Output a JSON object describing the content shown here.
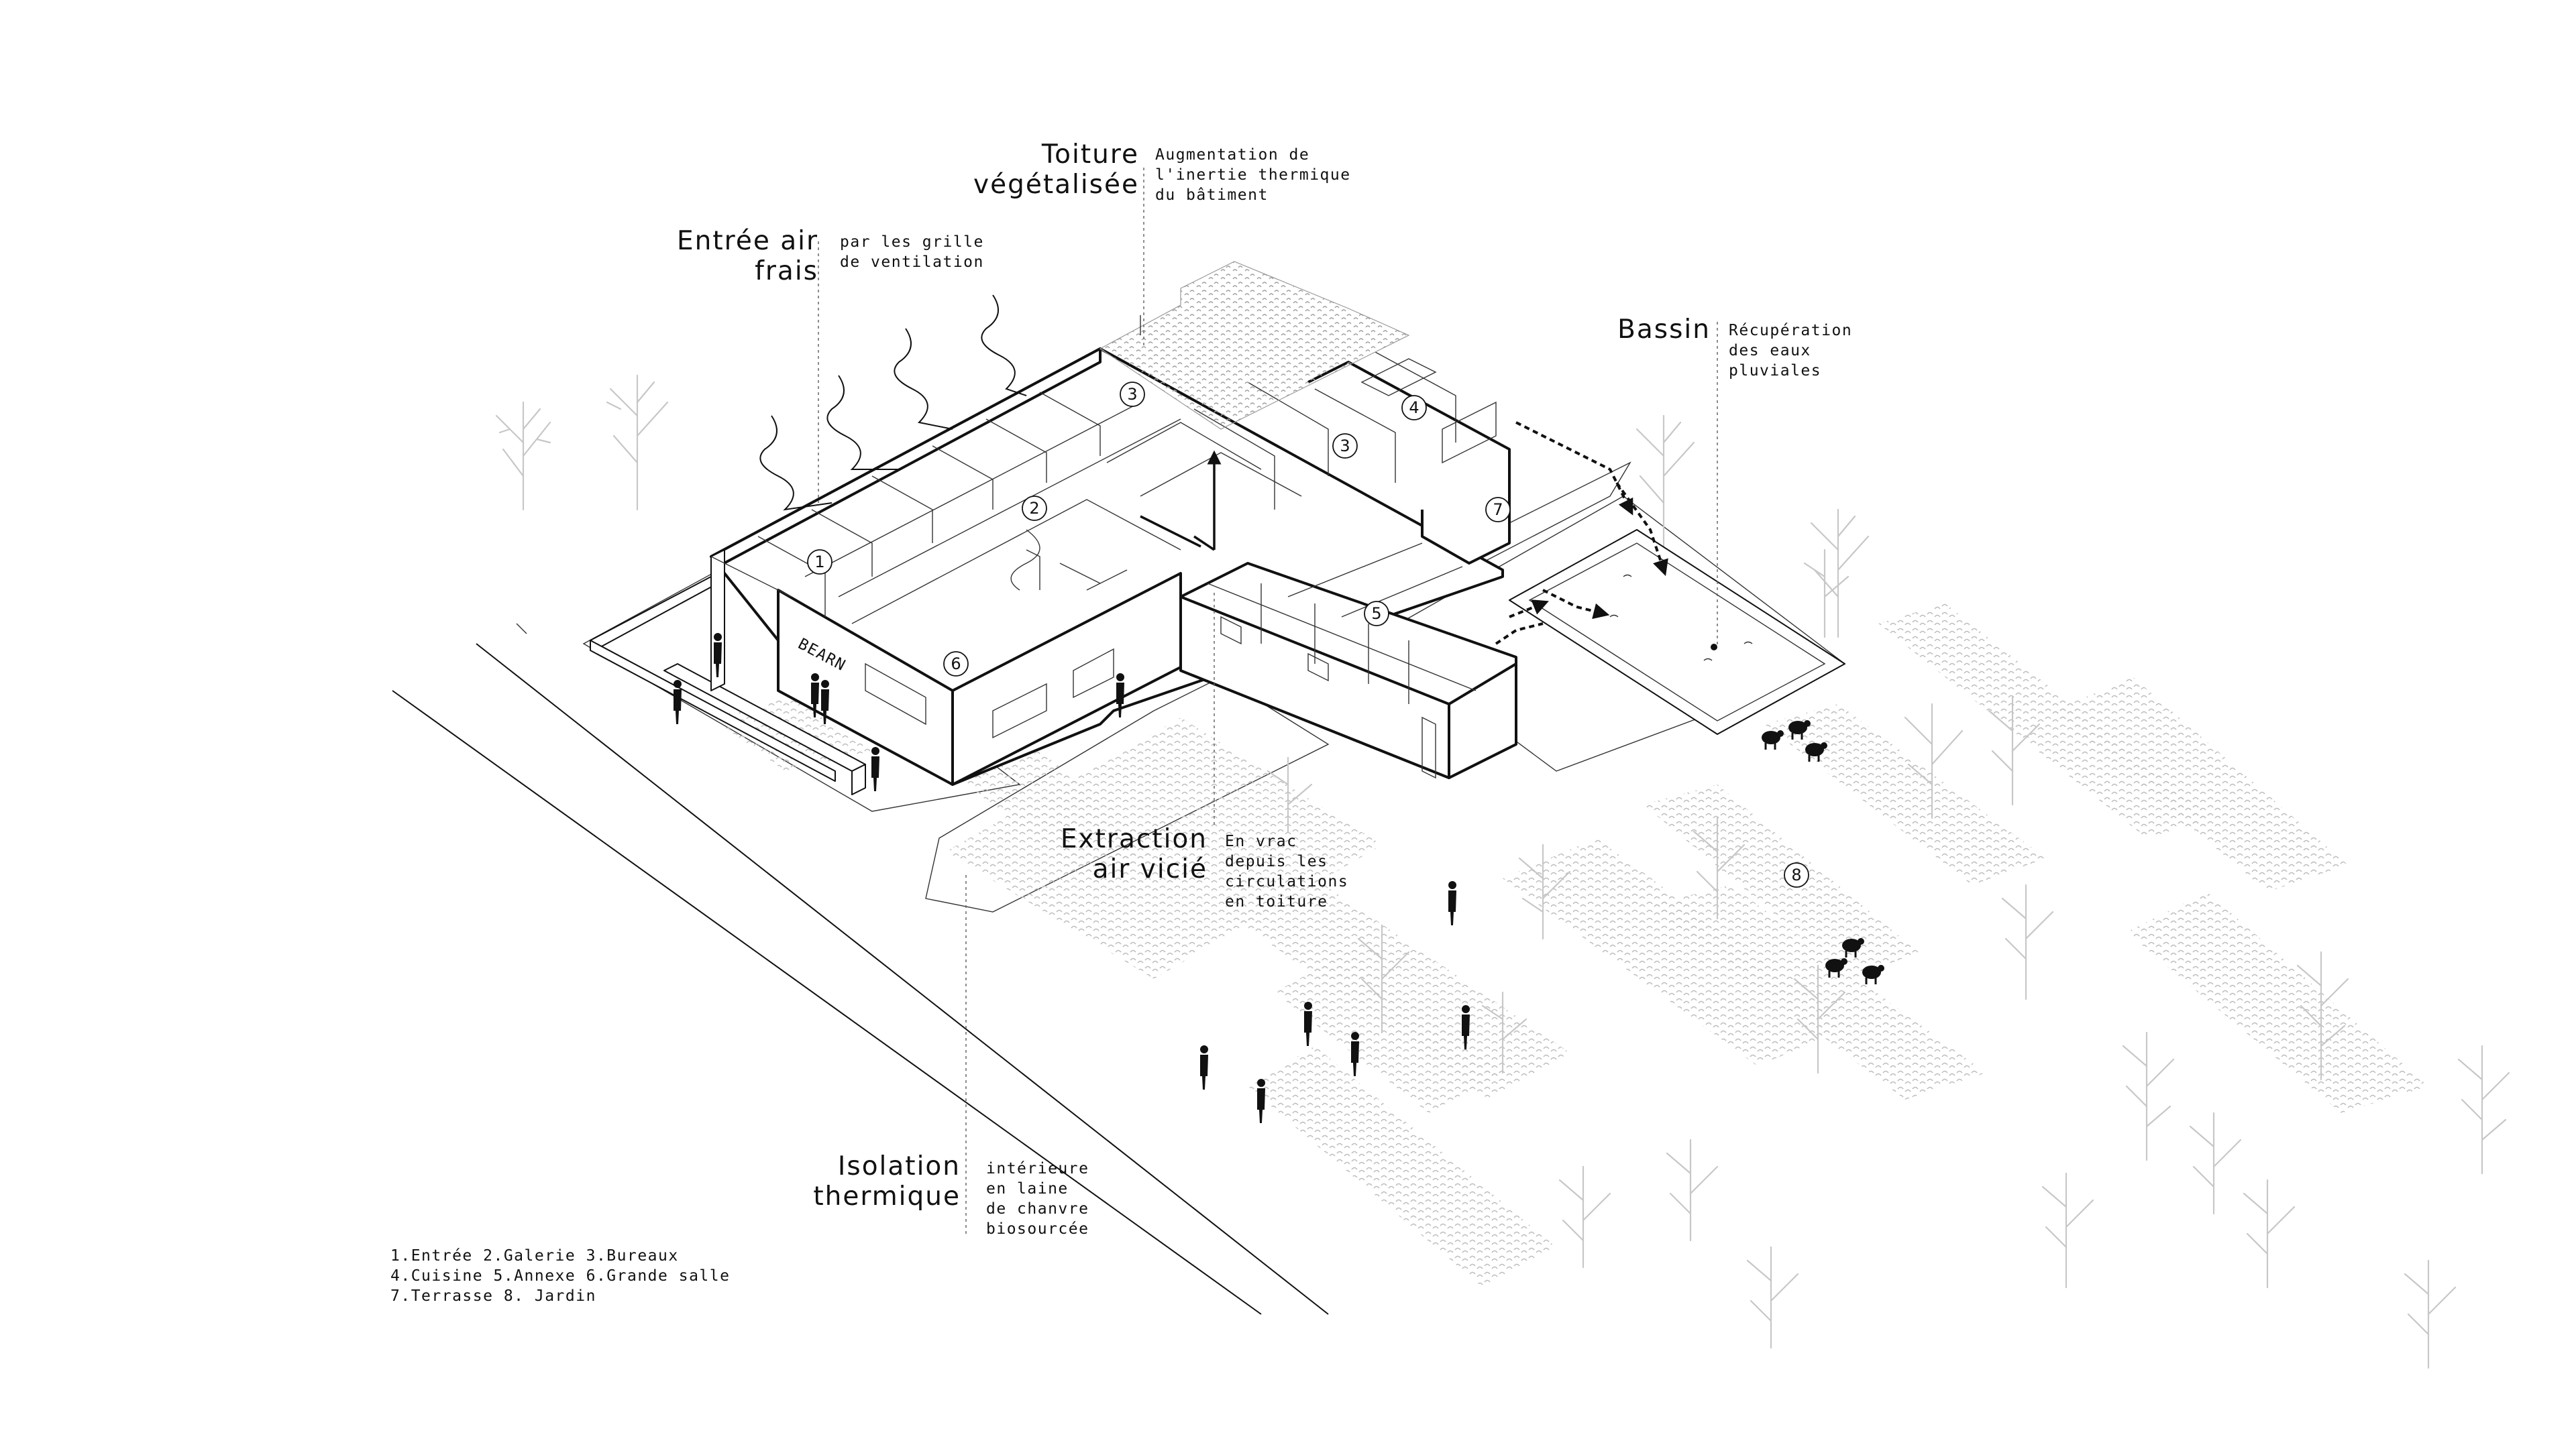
{
  "labels": {
    "toiture_title": [
      "Toiture",
      "végétalisée"
    ],
    "toiture_desc": [
      "Augmentation de",
      "l'inertie thermique",
      "du bâtiment"
    ],
    "entree_title": [
      "Entrée air",
      "frais"
    ],
    "entree_desc": [
      "par les grille",
      "de ventilation"
    ],
    "bassin_title": "Bassin",
    "bassin_desc": [
      "Récupération",
      "des eaux",
      "pluviales"
    ],
    "extraction_title": [
      "Extraction",
      "air vicié"
    ],
    "extraction_desc": [
      "En vrac",
      "depuis les",
      "circulations",
      "en toiture"
    ],
    "isolation_title": [
      "Isolation",
      "thermique"
    ],
    "isolation_desc": [
      "intérieure",
      "en laine",
      "de chanvre",
      "biosourcée"
    ]
  },
  "legend": [
    "1.Entrée 2.Galerie 3.Bureaux",
    "4.Cuisine 5.Annexe 6.Grande salle",
    "7.Terrasse 8. Jardin"
  ],
  "building_sign": "BEARN",
  "room_numbers": [
    "1",
    "2",
    "3",
    "3",
    "4",
    "5",
    "6",
    "7",
    "8"
  ]
}
